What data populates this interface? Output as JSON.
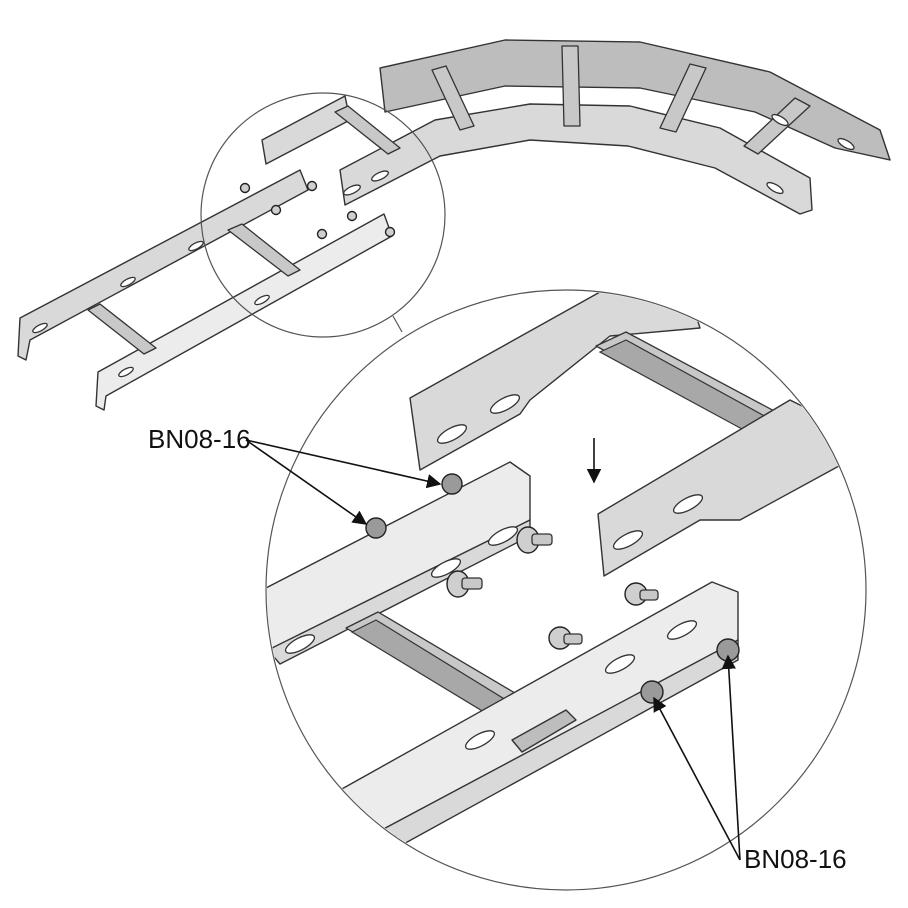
{
  "figure": {
    "callouts": [
      {
        "id": "upper-left",
        "label": "BN08-16"
      },
      {
        "id": "lower-right",
        "label": "BN08-16"
      }
    ],
    "colors": {
      "steel_light": "#ececec",
      "steel_mid": "#d9d9d9",
      "steel_dark": "#bdbdbd",
      "outline": "#333333",
      "leader": "#111111"
    }
  }
}
